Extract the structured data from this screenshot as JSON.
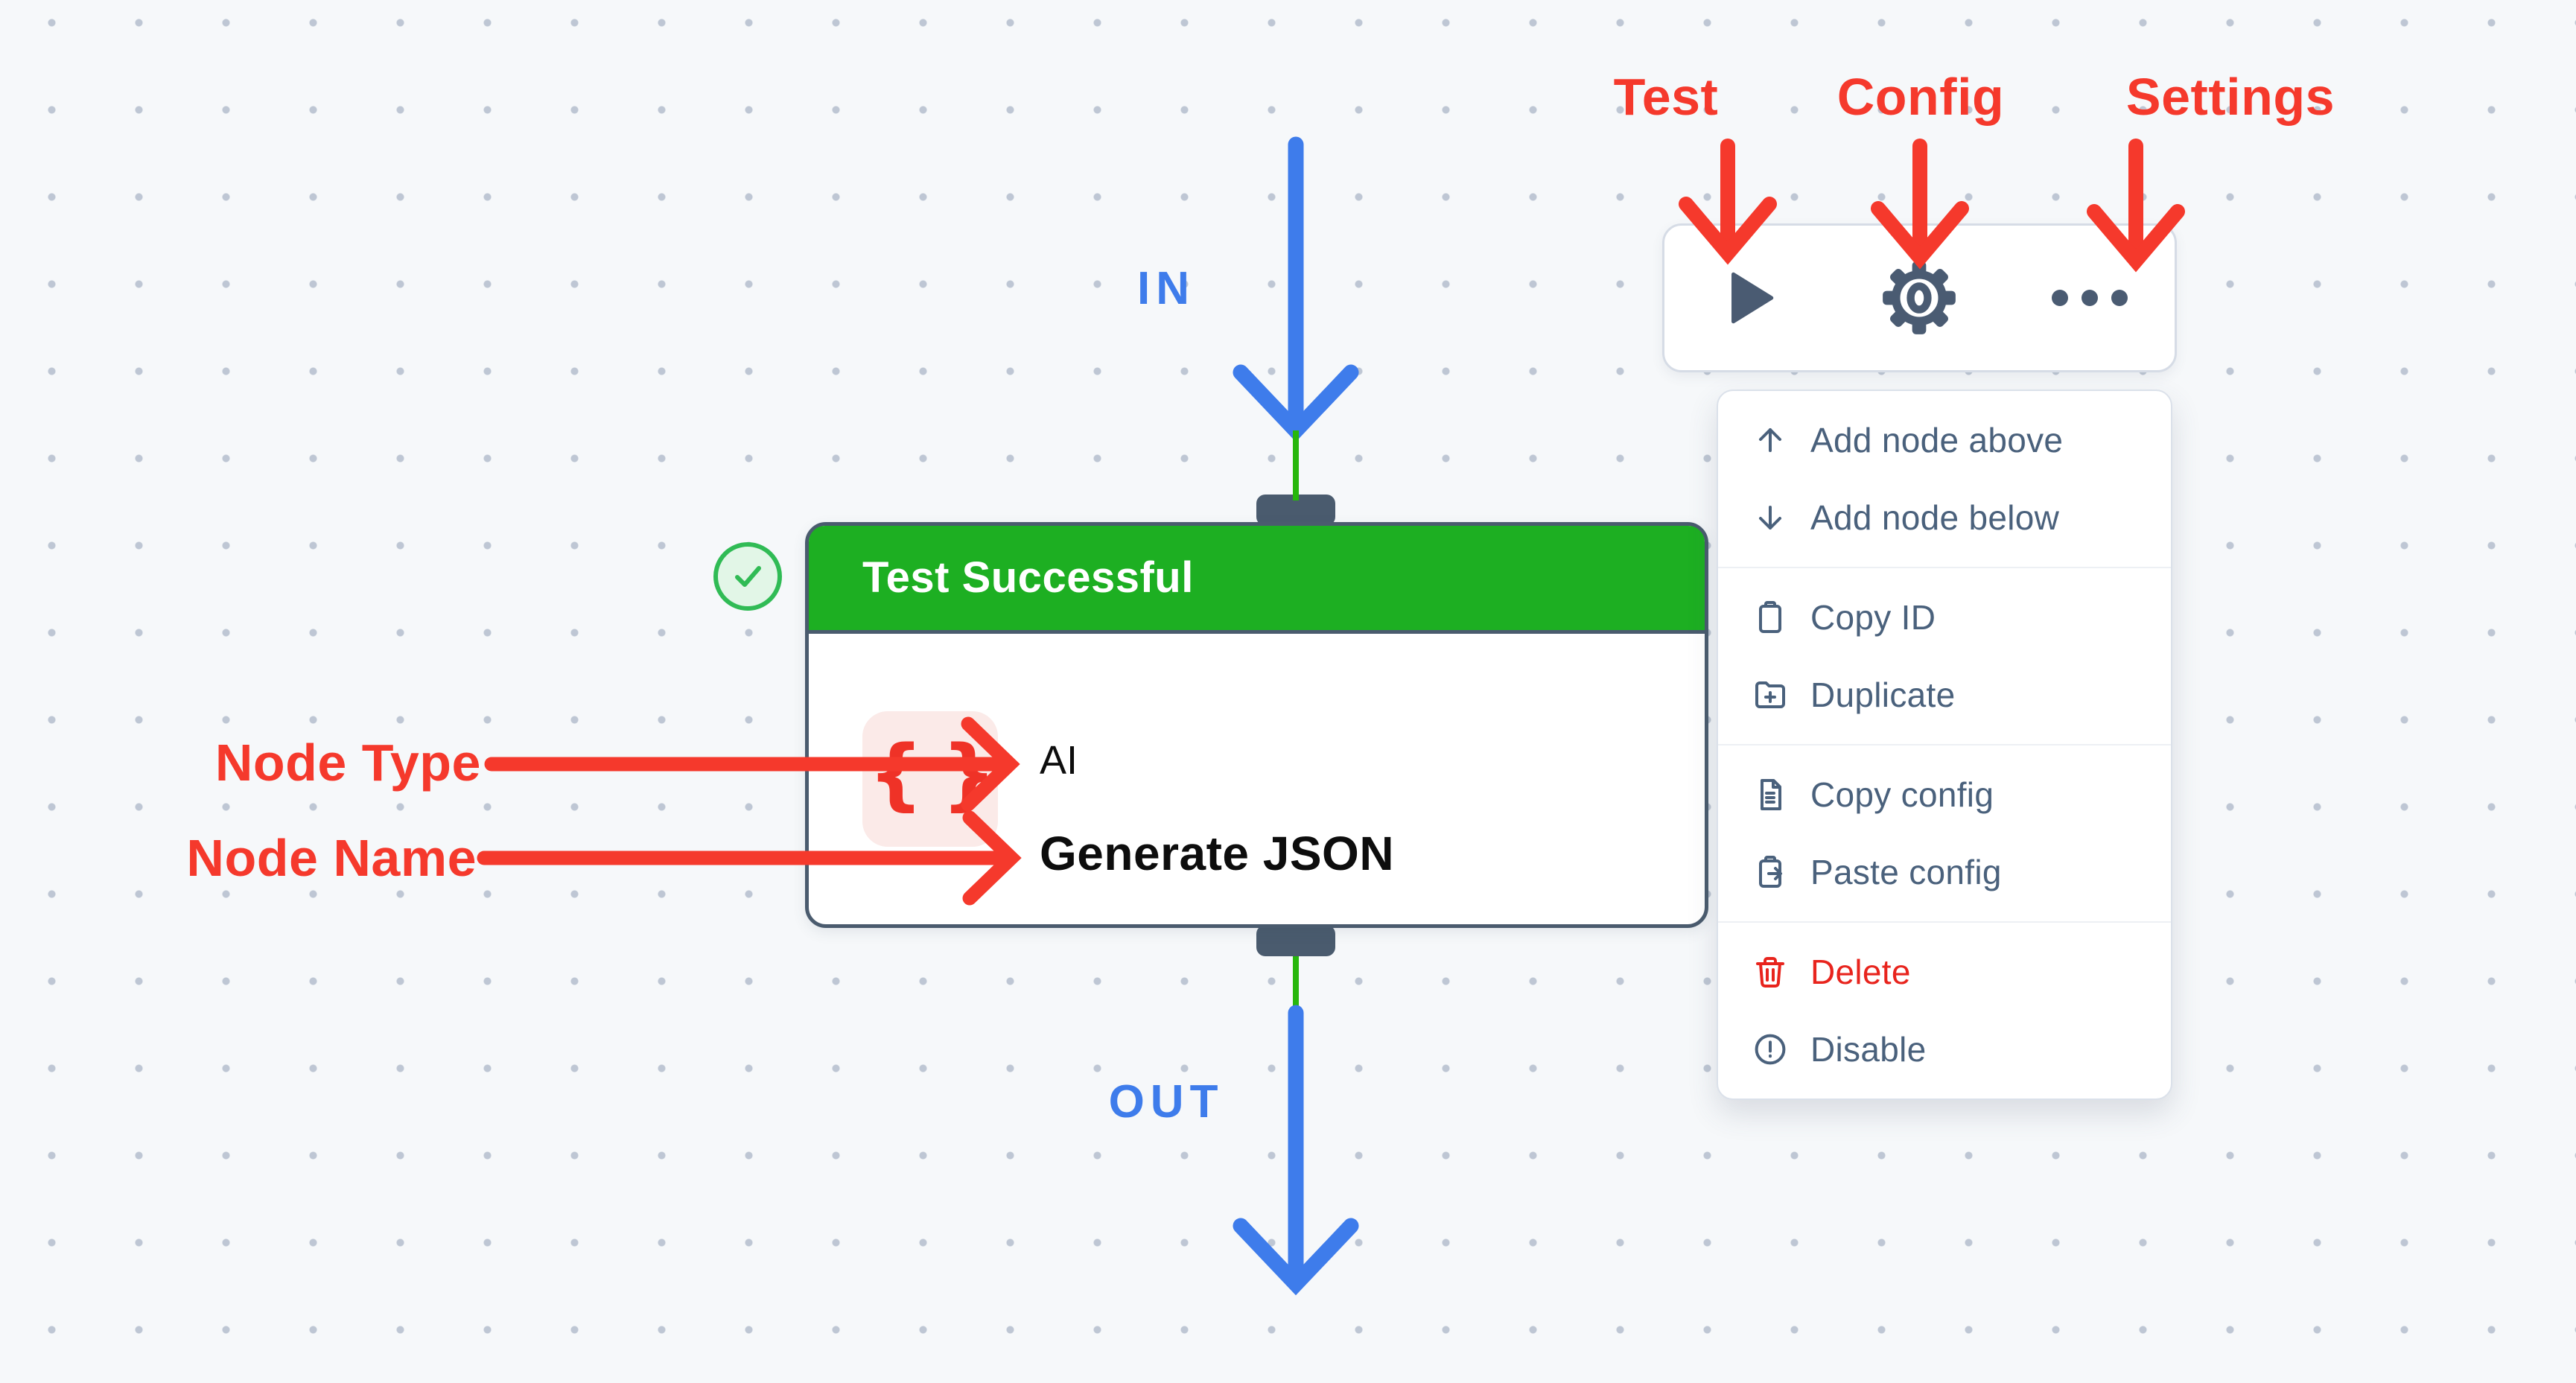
{
  "annotations": {
    "test_label": "Test",
    "config_label": "Config",
    "settings_label": "Settings",
    "node_type_label": "Node Type",
    "node_name_label": "Node Name",
    "in_label": "IN",
    "out_label": "OUT",
    "arrow_color": "#f5392c"
  },
  "node": {
    "status_banner": "Test Successful",
    "type": "AI",
    "name": "Generate JSON",
    "type_icon_glyph": "{ }",
    "header_color": "#1daf22",
    "border_color": "#4a5b6e",
    "type_tile_color": "#fbeae8",
    "braces_color": "#ef3227"
  },
  "status_check": {
    "icon": "check-circle-icon",
    "color": "#30bb55"
  },
  "flow": {
    "edge_blue": "#3e7ceb",
    "edge_green": "#27b70c"
  },
  "toolbar": {
    "buttons": [
      {
        "name": "test",
        "icon": "play-icon"
      },
      {
        "name": "config",
        "icon": "gear-icon"
      },
      {
        "name": "settings",
        "icon": "ellipsis-icon"
      }
    ],
    "icon_color": "#4a5b72"
  },
  "context_menu": {
    "text_color": "#4a617c",
    "danger_color": "#e8241d",
    "groups": [
      {
        "items": [
          {
            "label": "Add node above",
            "icon": "arrow-up-icon"
          },
          {
            "label": "Add node below",
            "icon": "arrow-down-icon"
          }
        ]
      },
      {
        "items": [
          {
            "label": "Copy ID",
            "icon": "clipboard-icon"
          },
          {
            "label": "Duplicate",
            "icon": "folder-plus-icon"
          }
        ]
      },
      {
        "items": [
          {
            "label": "Copy config",
            "icon": "file-text-icon"
          },
          {
            "label": "Paste config",
            "icon": "clipboard-paste-icon"
          }
        ]
      },
      {
        "items": [
          {
            "label": "Delete",
            "icon": "trash-icon",
            "danger": true
          },
          {
            "label": "Disable",
            "icon": "alert-circle-icon"
          }
        ]
      }
    ]
  }
}
